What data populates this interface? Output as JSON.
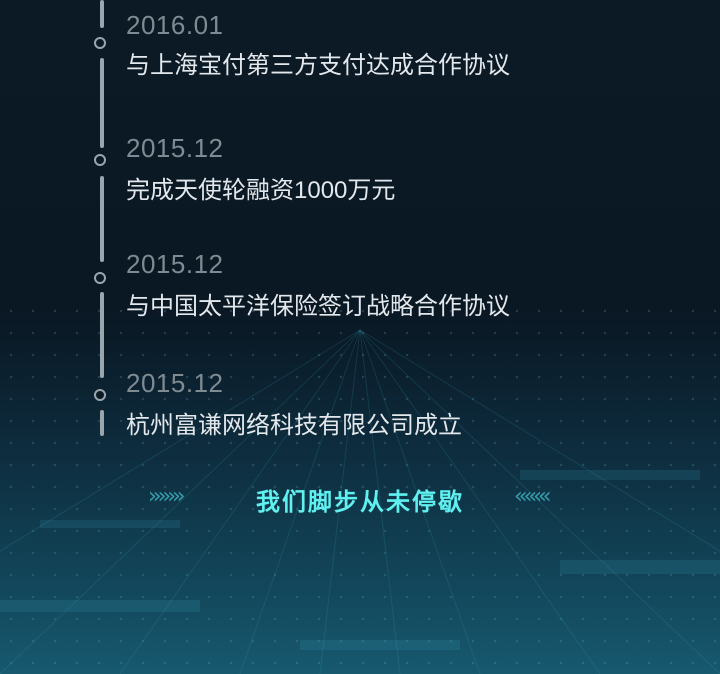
{
  "timeline": [
    {
      "date": "2016.01",
      "text": "与上海宝付第三方支付达成合作协议"
    },
    {
      "date": "2015.12",
      "text": "完成天使轮融资1000万元"
    },
    {
      "date": "2015.12",
      "text": "与中国太平洋保险签订战略合作协议"
    },
    {
      "date": "2015.12",
      "text": "杭州富谦网络科技有限公司成立"
    }
  ],
  "cta": {
    "label": "我们脚步从未停歇"
  },
  "colors": {
    "accent": "#5ff0f0",
    "line": "#9aa6ad",
    "date": "#7f8b92",
    "text": "#e3e8ec"
  }
}
